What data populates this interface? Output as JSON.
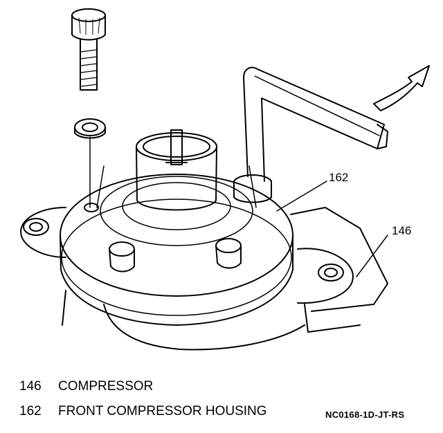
{
  "callouts": {
    "housing": "162",
    "compressor": "146"
  },
  "legend": [
    {
      "number": "146",
      "description": "COMPRESSOR"
    },
    {
      "number": "162",
      "description": "FRONT COMPRESSOR HOUSING"
    }
  ],
  "figure_code": "NC0168-1D-JT-RS",
  "colors": {
    "ink": "#000000",
    "paper": "#ffffff"
  }
}
